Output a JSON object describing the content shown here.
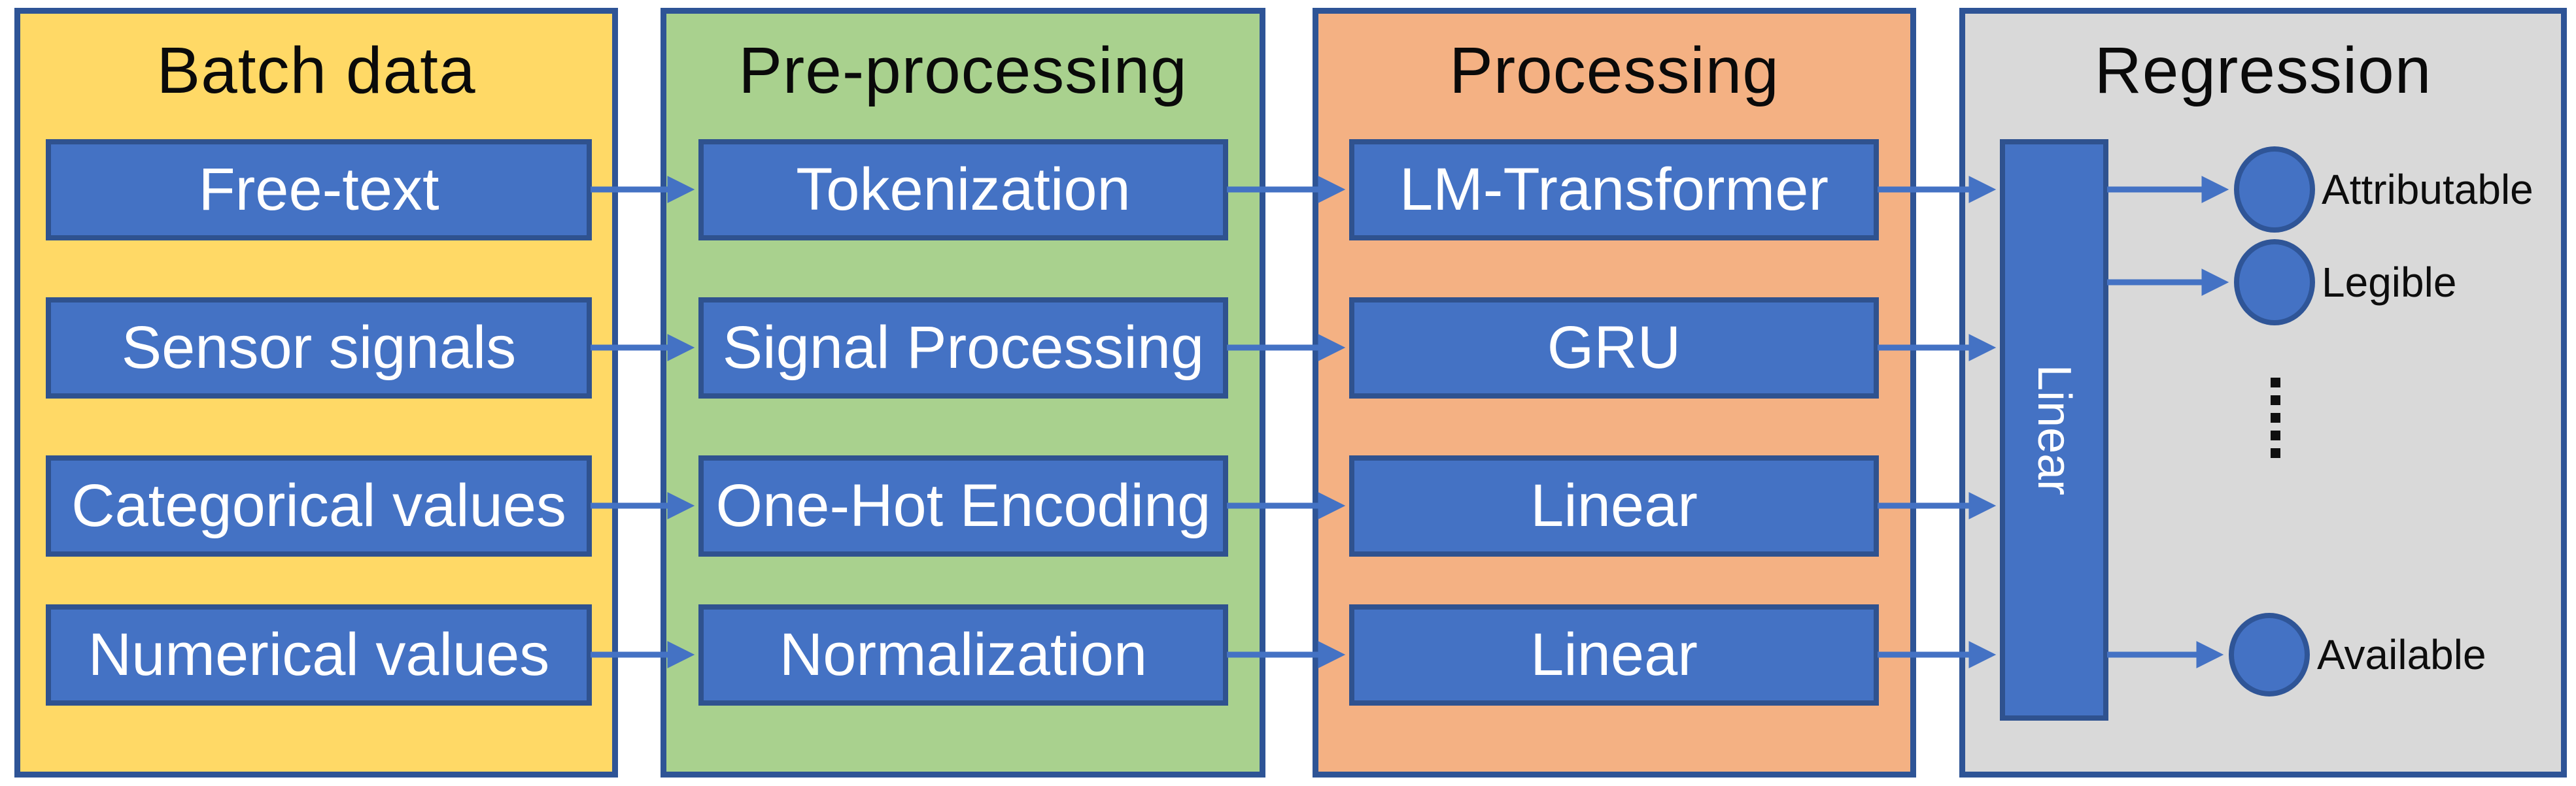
{
  "panels": [
    {
      "title": "Batch data",
      "bg": "#FFD966",
      "boxes": [
        "Free-text",
        "Sensor signals",
        "Categorical values",
        "Numerical values"
      ]
    },
    {
      "title": "Pre-processing",
      "bg": "#A9D18E",
      "boxes": [
        "Tokenization",
        "Signal Processing",
        "One-Hot Encoding",
        "Normalization"
      ]
    },
    {
      "title": "Processing",
      "bg": "#F4B183",
      "boxes": [
        "LM-Transformer",
        "GRU",
        "Linear",
        "Linear"
      ]
    },
    {
      "title": "Regression",
      "bg": "#D9D9D9",
      "combiner_label": "Linear",
      "outputs": [
        "Attributable",
        "Legible",
        "Available"
      ],
      "has_vertical_ellipsis": true,
      "ellipsis_dot_count": 5
    }
  ],
  "colors": {
    "node_fill": "#4472C4",
    "node_border": "#2F528F",
    "panel_border": "#2E5496",
    "arrow": "#4472C4",
    "node_text": "#FFFFFF",
    "title_text": "#0A0A0A",
    "output_label_text": "#0D0D0D",
    "ellipsis_dot": "#0F0F0F",
    "canvas_bg": "#FFFFFF"
  }
}
